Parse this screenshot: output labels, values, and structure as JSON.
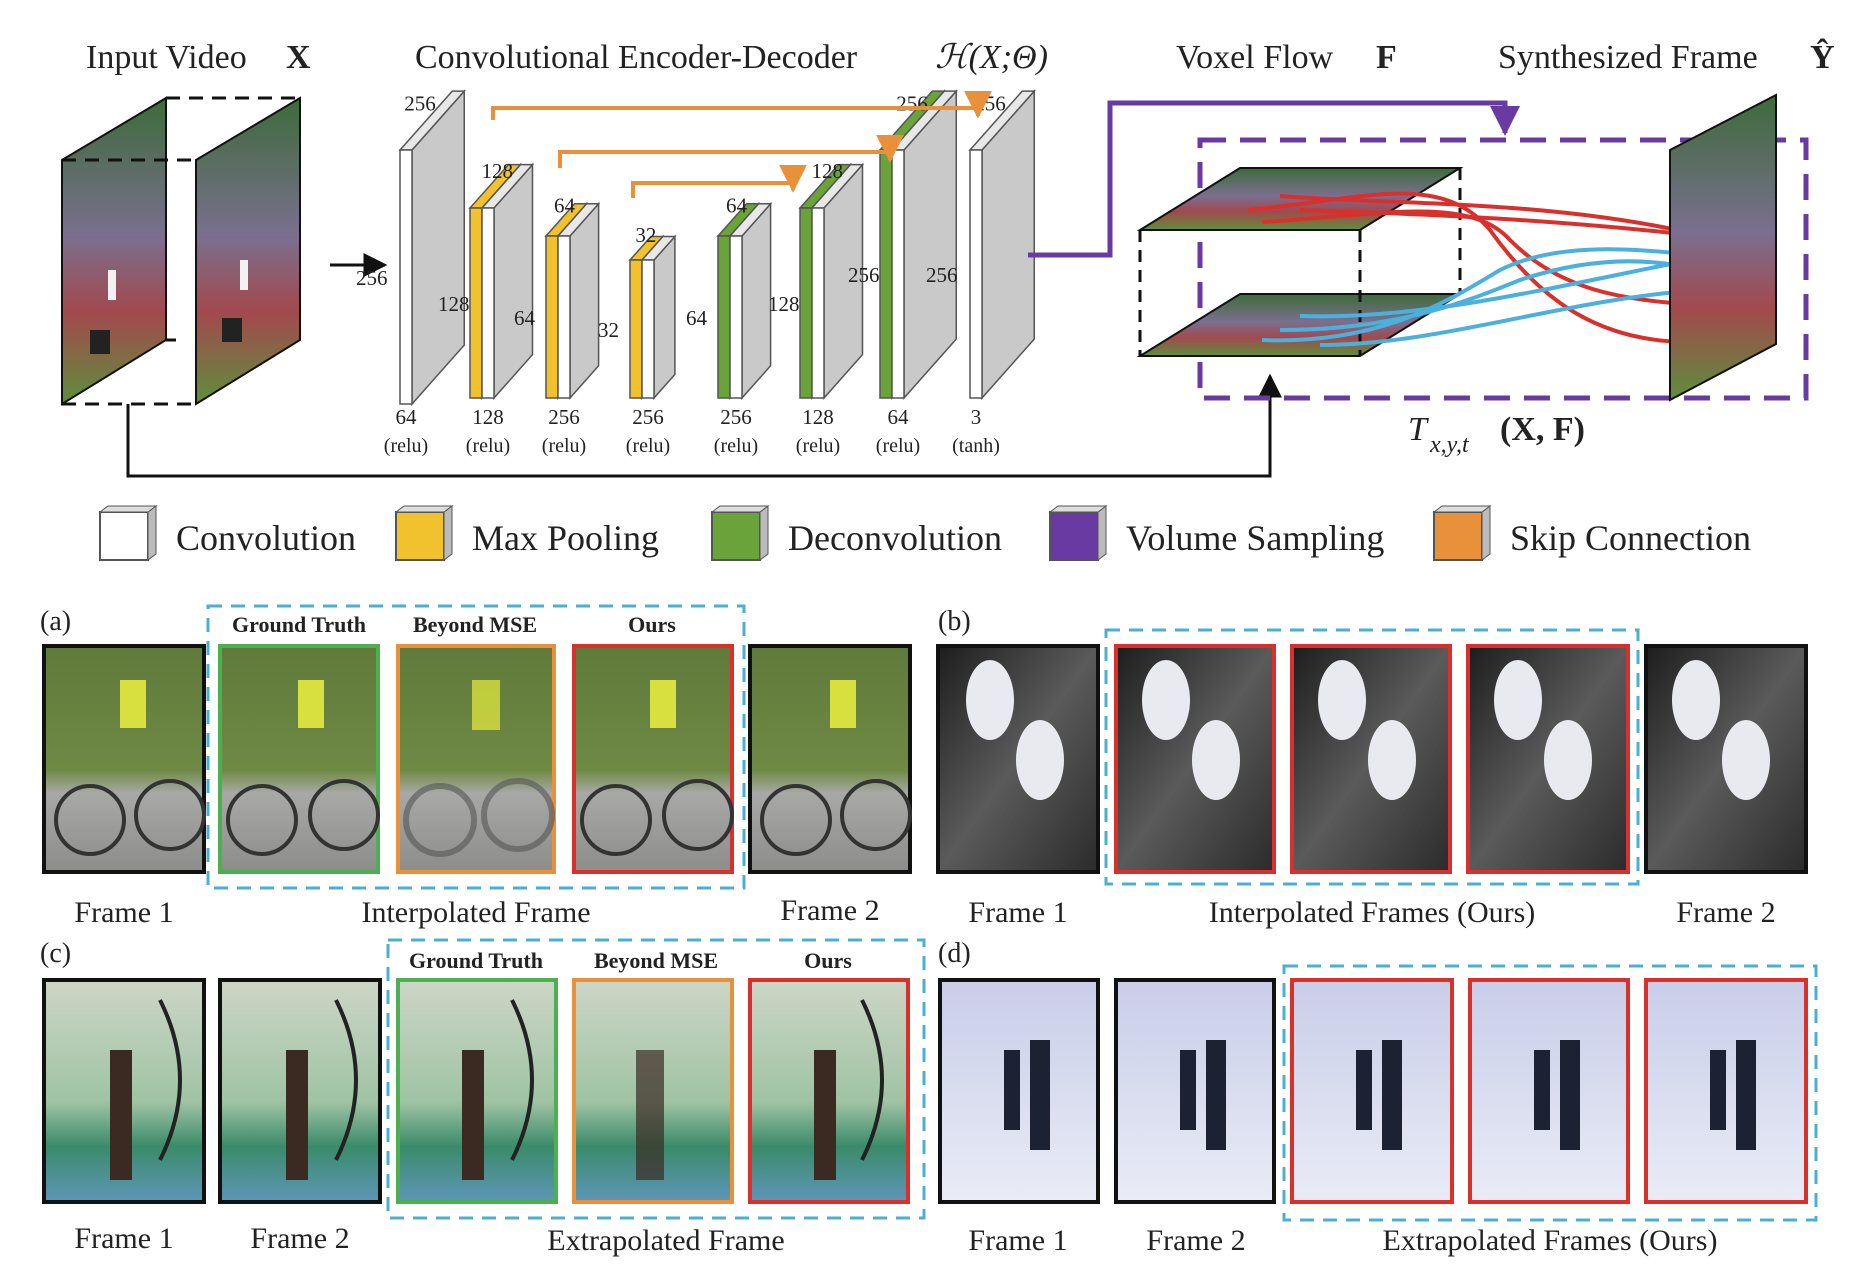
{
  "header": {
    "input_label": "Input Video",
    "input_sym": "X",
    "encdec_label": "Convolutional Encoder-Decoder",
    "encdec_sym": "ℋ(X;Θ)",
    "voxel_label": "Voxel Flow",
    "voxel_sym": "F",
    "synth_label": "Synthesized Frame",
    "synth_sym": "Ŷ",
    "sampling_sym": "T",
    "sampling_sub": "x,y,t",
    "sampling_args": "(X, F)"
  },
  "network": {
    "layers": [
      {
        "top": "256",
        "side": "256",
        "channels": "64",
        "act": "(relu)"
      },
      {
        "top": "128",
        "side": "128",
        "channels": "128",
        "act": "(relu)"
      },
      {
        "top": "64",
        "side": "64",
        "channels": "256",
        "act": "(relu)"
      },
      {
        "top": "32",
        "side": "32",
        "channels": "256",
        "act": "(relu)"
      },
      {
        "top": "64",
        "side": "64",
        "channels": "256",
        "act": "(relu)"
      },
      {
        "top": "128",
        "side": "128",
        "channels": "128",
        "act": "(relu)"
      },
      {
        "top": "256",
        "side": "256",
        "channels": "64",
        "act": "(relu)"
      },
      {
        "top": "256",
        "side": "256",
        "channels": "3",
        "act": "(tanh)"
      }
    ]
  },
  "legend": [
    {
      "label": "Convolution",
      "color": "#ffffff"
    },
    {
      "label": "Max Pooling",
      "color": "#f2c12e"
    },
    {
      "label": "Deconvolution",
      "color": "#6aa33a"
    },
    {
      "label": "Volume Sampling",
      "color": "#6a3aa3"
    },
    {
      "label": "Skip Connection",
      "color": "#e8913a"
    }
  ],
  "panels": {
    "a": {
      "letter": "(a)",
      "tags": [
        "Ground Truth",
        "Beyond MSE",
        "Ours"
      ],
      "caption_left": "Frame 1",
      "caption_mid": "Interpolated Frame",
      "caption_right": "Frame 2"
    },
    "b": {
      "letter": "(b)",
      "caption_left": "Frame 1",
      "caption_mid": "Interpolated Frames (Ours)",
      "caption_right": "Frame 2"
    },
    "c": {
      "letter": "(c)",
      "tags": [
        "Ground Truth",
        "Beyond MSE",
        "Ours"
      ],
      "caption_left": "Frame 1",
      "caption_left2": "Frame 2",
      "caption_mid": "Extrapolated Frame"
    },
    "d": {
      "letter": "(d)",
      "caption_left": "Frame 1",
      "caption_left2": "Frame 2",
      "caption_mid": "Extrapolated Frames (Ours)"
    }
  },
  "colors": {
    "pool": "#f2c12e",
    "deconv": "#6aa33a",
    "volume": "#6a3aa3",
    "skip": "#e8913a",
    "gt_border": "#4caf50",
    "mse_border": "#e8913a",
    "ours_border": "#d9302c",
    "dash_blue": "#4bb0cf"
  }
}
